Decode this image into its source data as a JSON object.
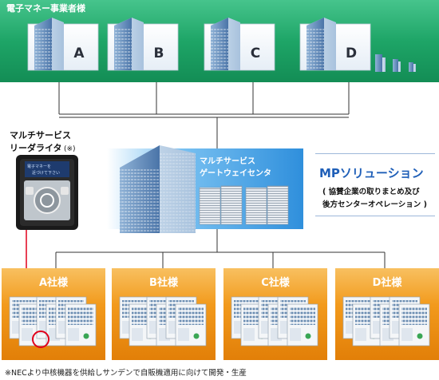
{
  "top_panel": {
    "title": "電子マネー事業者様",
    "operators": [
      "A",
      "B",
      "C",
      "D"
    ]
  },
  "reader": {
    "label_line1": "マルチサービス",
    "label_line2": "リーダライタ",
    "label_note": "(※)",
    "screen_text": "電子マネーを\n近づけて下さい"
  },
  "gateway": {
    "label_line1": "マルチサービス",
    "label_line2": "ゲートウェイセンタ"
  },
  "mp_solution": {
    "title": "MPソリューション",
    "sub_line1": "( 協賛企業の取りまとめ及び",
    "sub_line2": "後方センターオペレーション )"
  },
  "companies": [
    "A社様",
    "B社様",
    "C社様",
    "D社様"
  ],
  "footnote": "※NECより中核機器を供給しサンデンで自販機適用に向けて開発・生産",
  "colors": {
    "top_bg": "#1fa36a",
    "gateway_bg": "#3b9ee6",
    "company_bg": "#f29a1c",
    "mp_text": "#1f5fb8",
    "link_red": "#e0001b"
  }
}
